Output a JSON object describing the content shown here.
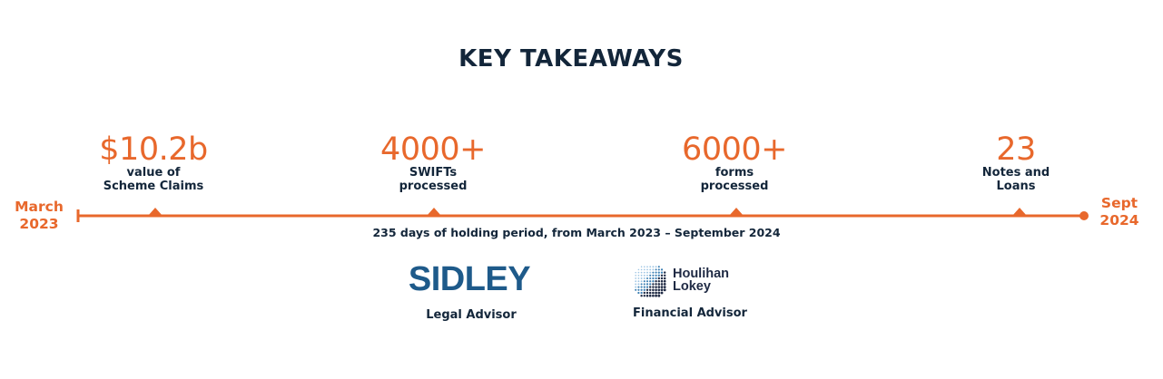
{
  "title": "KEY TAKEAWAYS",
  "timeline": {
    "start_label": [
      "March",
      "2023"
    ],
    "end_label": [
      "Sept",
      "2024"
    ],
    "caption": "235 days of holding period, from March 2023 – September 2024",
    "line_color": "#e8682c"
  },
  "stats": [
    {
      "value": "$10.2b",
      "label": "value of\nScheme Claims"
    },
    {
      "value": "4000+",
      "label": "SWIFTs\nprocessed"
    },
    {
      "value": "6000+",
      "label": "forms\nprocessed"
    },
    {
      "value": "23",
      "label": "Notes and\nLoans"
    }
  ],
  "advisors": {
    "legal": {
      "logo_text": "SIDLEY",
      "role": "Legal Advisor"
    },
    "financial": {
      "logo_text": [
        "Houlihan",
        "Lokey"
      ],
      "role": "Financial Advisor"
    }
  },
  "colors": {
    "accent": "#e8682c",
    "navy": "#13263a",
    "sidley_blue": "#1e5a8a"
  }
}
